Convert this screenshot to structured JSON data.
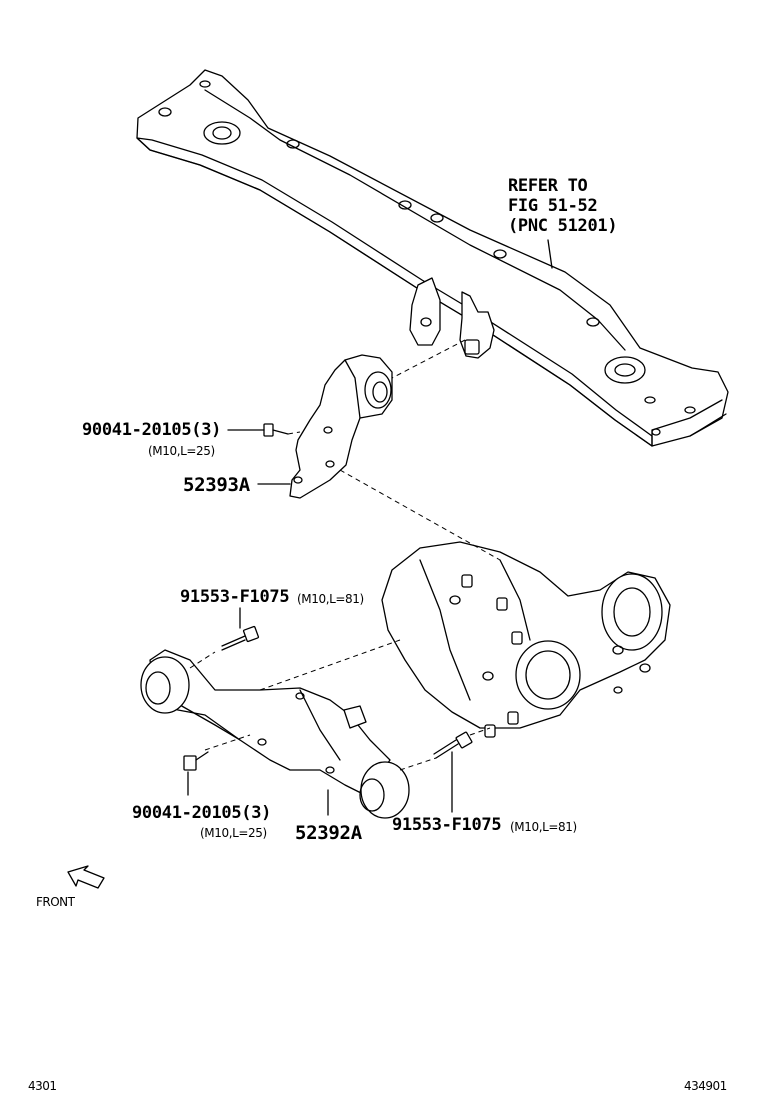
{
  "callouts": {
    "refer_line1": "REFER TO",
    "refer_line2": "FIG 51-52",
    "refer_line3": "(PNC 51201)",
    "bolt_upper_part": "90041-20105(3)",
    "bolt_upper_spec": "(M10,L=25)",
    "bracket_part": "52393A",
    "bolt_long_upper_part": "91553-F1075",
    "bolt_long_upper_spec": "(M10,L=81)",
    "bolt_lower_part": "90041-20105(3)",
    "bolt_lower_spec": "(M10,L=25)",
    "support_part": "52392A",
    "bolt_long_lower_part": "91553-F1075",
    "bolt_long_lower_spec": "(M10,L=81)"
  },
  "orientation": {
    "front_label": "FRONT",
    "icon": "front-arrow-icon"
  },
  "footer": {
    "code_left": "4301",
    "code_right": "434901"
  }
}
